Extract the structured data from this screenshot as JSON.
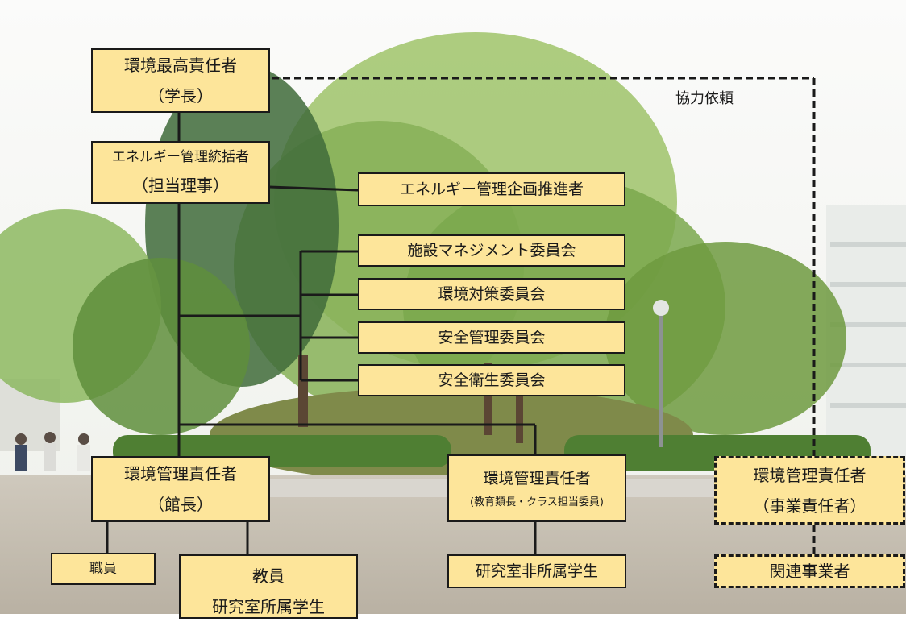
{
  "diagram": {
    "top": {
      "line1": "環境最高責任者",
      "line2": "（学長）"
    },
    "energy_overseer": {
      "line1": "エネルギー管理統括者",
      "line2": "（担当理事）"
    },
    "energy_promoter": {
      "label": "エネルギー管理企画推進者"
    },
    "committees": [
      {
        "label": "施設マネジメント委員会"
      },
      {
        "label": "環境対策委員会"
      },
      {
        "label": "安全管理委員会"
      },
      {
        "label": "安全衛生委員会"
      }
    ],
    "cooperation_label": "協力依頼",
    "env_manager_director": {
      "line1": "環境管理責任者",
      "line2": "（館長）"
    },
    "env_manager_class": {
      "line1": "環境管理責任者",
      "line2": "(教育類長・クラス担当委員)"
    },
    "env_manager_business": {
      "line1": "環境管理責任者",
      "line2": "（事業責任者）"
    },
    "staff": {
      "label": "職員"
    },
    "faculty": {
      "line1": "教員",
      "line2": "研究室所属学生"
    },
    "unaffiliated_students": {
      "label": "研究室非所属学生"
    },
    "related_businesses": {
      "label": "関連事業者"
    }
  },
  "colors": {
    "box_fill": "#fde59a",
    "line": "#1a1a1a",
    "sky": "#f4f5f2",
    "foliage": "#6f9a3f"
  }
}
